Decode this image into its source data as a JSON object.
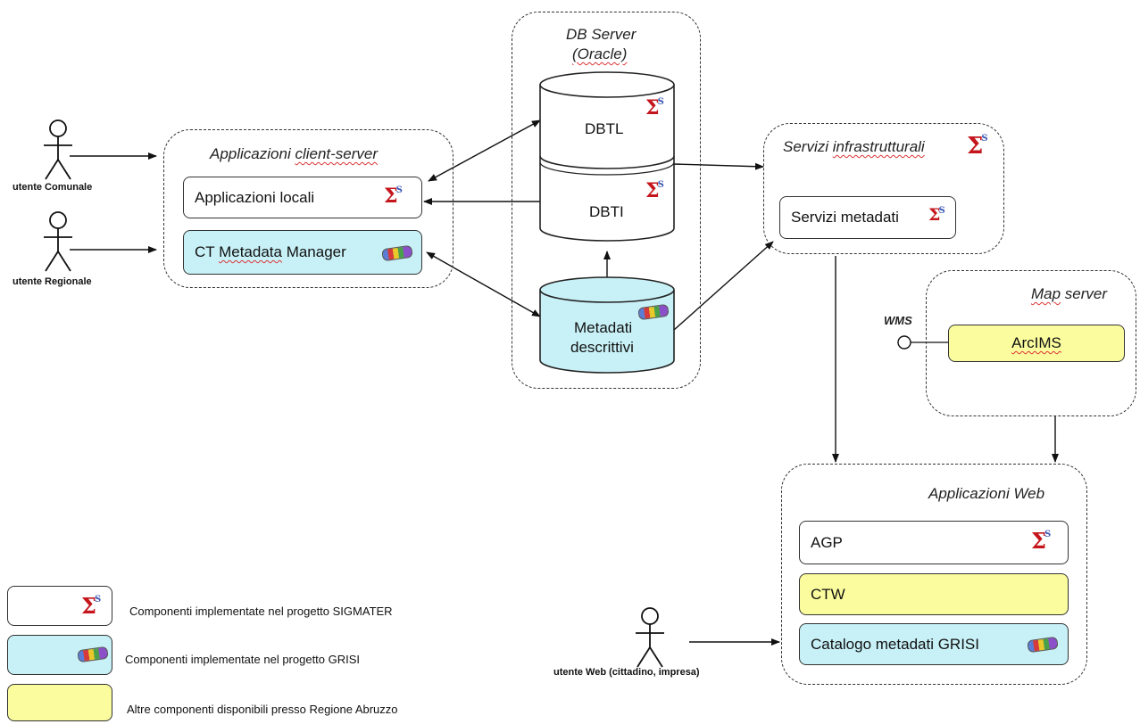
{
  "actors": {
    "comunale": "utente Comunale",
    "regionale": "utente Regionale",
    "web": "utente Web (cittadino, impresa)"
  },
  "client_server": {
    "title_prefix": "Applicazioni ",
    "title_suffix": "client-server",
    "locali": "Applicazioni locali",
    "ct_prefix": "CT ",
    "ct_metadata": "Metadata",
    "ct_manager": " Manager"
  },
  "db_server": {
    "title_line1": "DB Server",
    "title_line2": "(Oracle)",
    "dbtl": "DBTL",
    "dbti": "DBTI",
    "metadati_line1": "Metadati",
    "metadati_line2": "descrittivi"
  },
  "servizi": {
    "title_prefix": "Servizi ",
    "title_suffix": "infrastrutturali",
    "metadati": "Servizi metadati"
  },
  "map_server": {
    "title_prefix": "Map",
    "title_suffix": " server",
    "wms": "WMS",
    "arcims": "ArcIMS"
  },
  "web_apps": {
    "title": "Applicazioni Web",
    "agp": "AGP",
    "ctw": "CTW",
    "catalogo": "Catalogo metadati GRISI"
  },
  "legend": {
    "sigmater": "Componenti implementate nel progetto SIGMATER",
    "grisi": "Componenti implementate nel progetto GRISI",
    "altre": "Altre componenti disponibili presso Regione Abruzzo"
  },
  "colors": {
    "sigmater_fill": "#ffffff",
    "grisi_fill": "#c8f1f7",
    "regione_fill": "#fbfc9e"
  },
  "icons": {
    "sigmater": "sigmater-sigma-logo",
    "grisi": "grisi-multicolor-logo"
  }
}
